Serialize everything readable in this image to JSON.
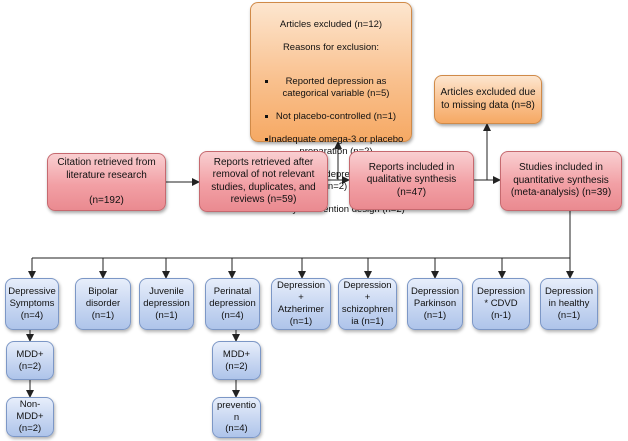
{
  "flow": {
    "citation": "Citation retrieved from\nliterature research\n\n(n=192)",
    "reports_retrieved": "Reports retrieved after\nremoval of not relevant\nstudies, duplicates, and\nreviews (n=59)",
    "reports_included": "Reports included in\nqualitative synthesis (n=47)",
    "studies_included": "Studies included in\nquantitative synthesis\n(meta-analysis) (n=39)",
    "excluded_12": {
      "line1": "Articles excluded (n=12)",
      "line2": "Reasons for exclusion:",
      "reasons": [
        "Reported depression as categorical variable (n=5)",
        "Not placebo-controlled (n=1)",
        "Inadequate omega-3 or placebo preparation (n=2)",
        "Inadequate depression scale (n=2)",
        "Dietary intervention design (n=2)"
      ]
    },
    "excluded_8": "Articles excluded due\nto missing data (n=8)"
  },
  "subgroups": [
    {
      "id": "depressive",
      "text": "Depressive\nSymptoms\n(n=4)"
    },
    {
      "id": "bipolar",
      "text": "Bipolar\ndisorder\n(n=1)"
    },
    {
      "id": "juvenile",
      "text": "Juvenile\ndepression\n(n=1)"
    },
    {
      "id": "perinatal",
      "text": "Perinatal\ndepression\n(n=4)"
    },
    {
      "id": "alzheimer",
      "text": "Depression\n+\nAtzherimer\n(n=1)"
    },
    {
      "id": "schizophrenia",
      "text": "Depression\n+\nschizophren\nia (n=1)"
    },
    {
      "id": "parkinson",
      "text": "Depression\nParkinson\n(n=1)"
    },
    {
      "id": "cdvd",
      "text": "Depression\n* CDVD\n(n-1)"
    },
    {
      "id": "healthy",
      "text": "Depression\nin healthy\n(n=1)"
    }
  ],
  "children": {
    "mdd_a": "MDD+\n(n=2)",
    "non_mdd": "Non-\nMDD+\n(n=2)",
    "mdd_b": "MDD+\n(n=2)",
    "prevention": "preventio\nn\n(n=4)"
  }
}
